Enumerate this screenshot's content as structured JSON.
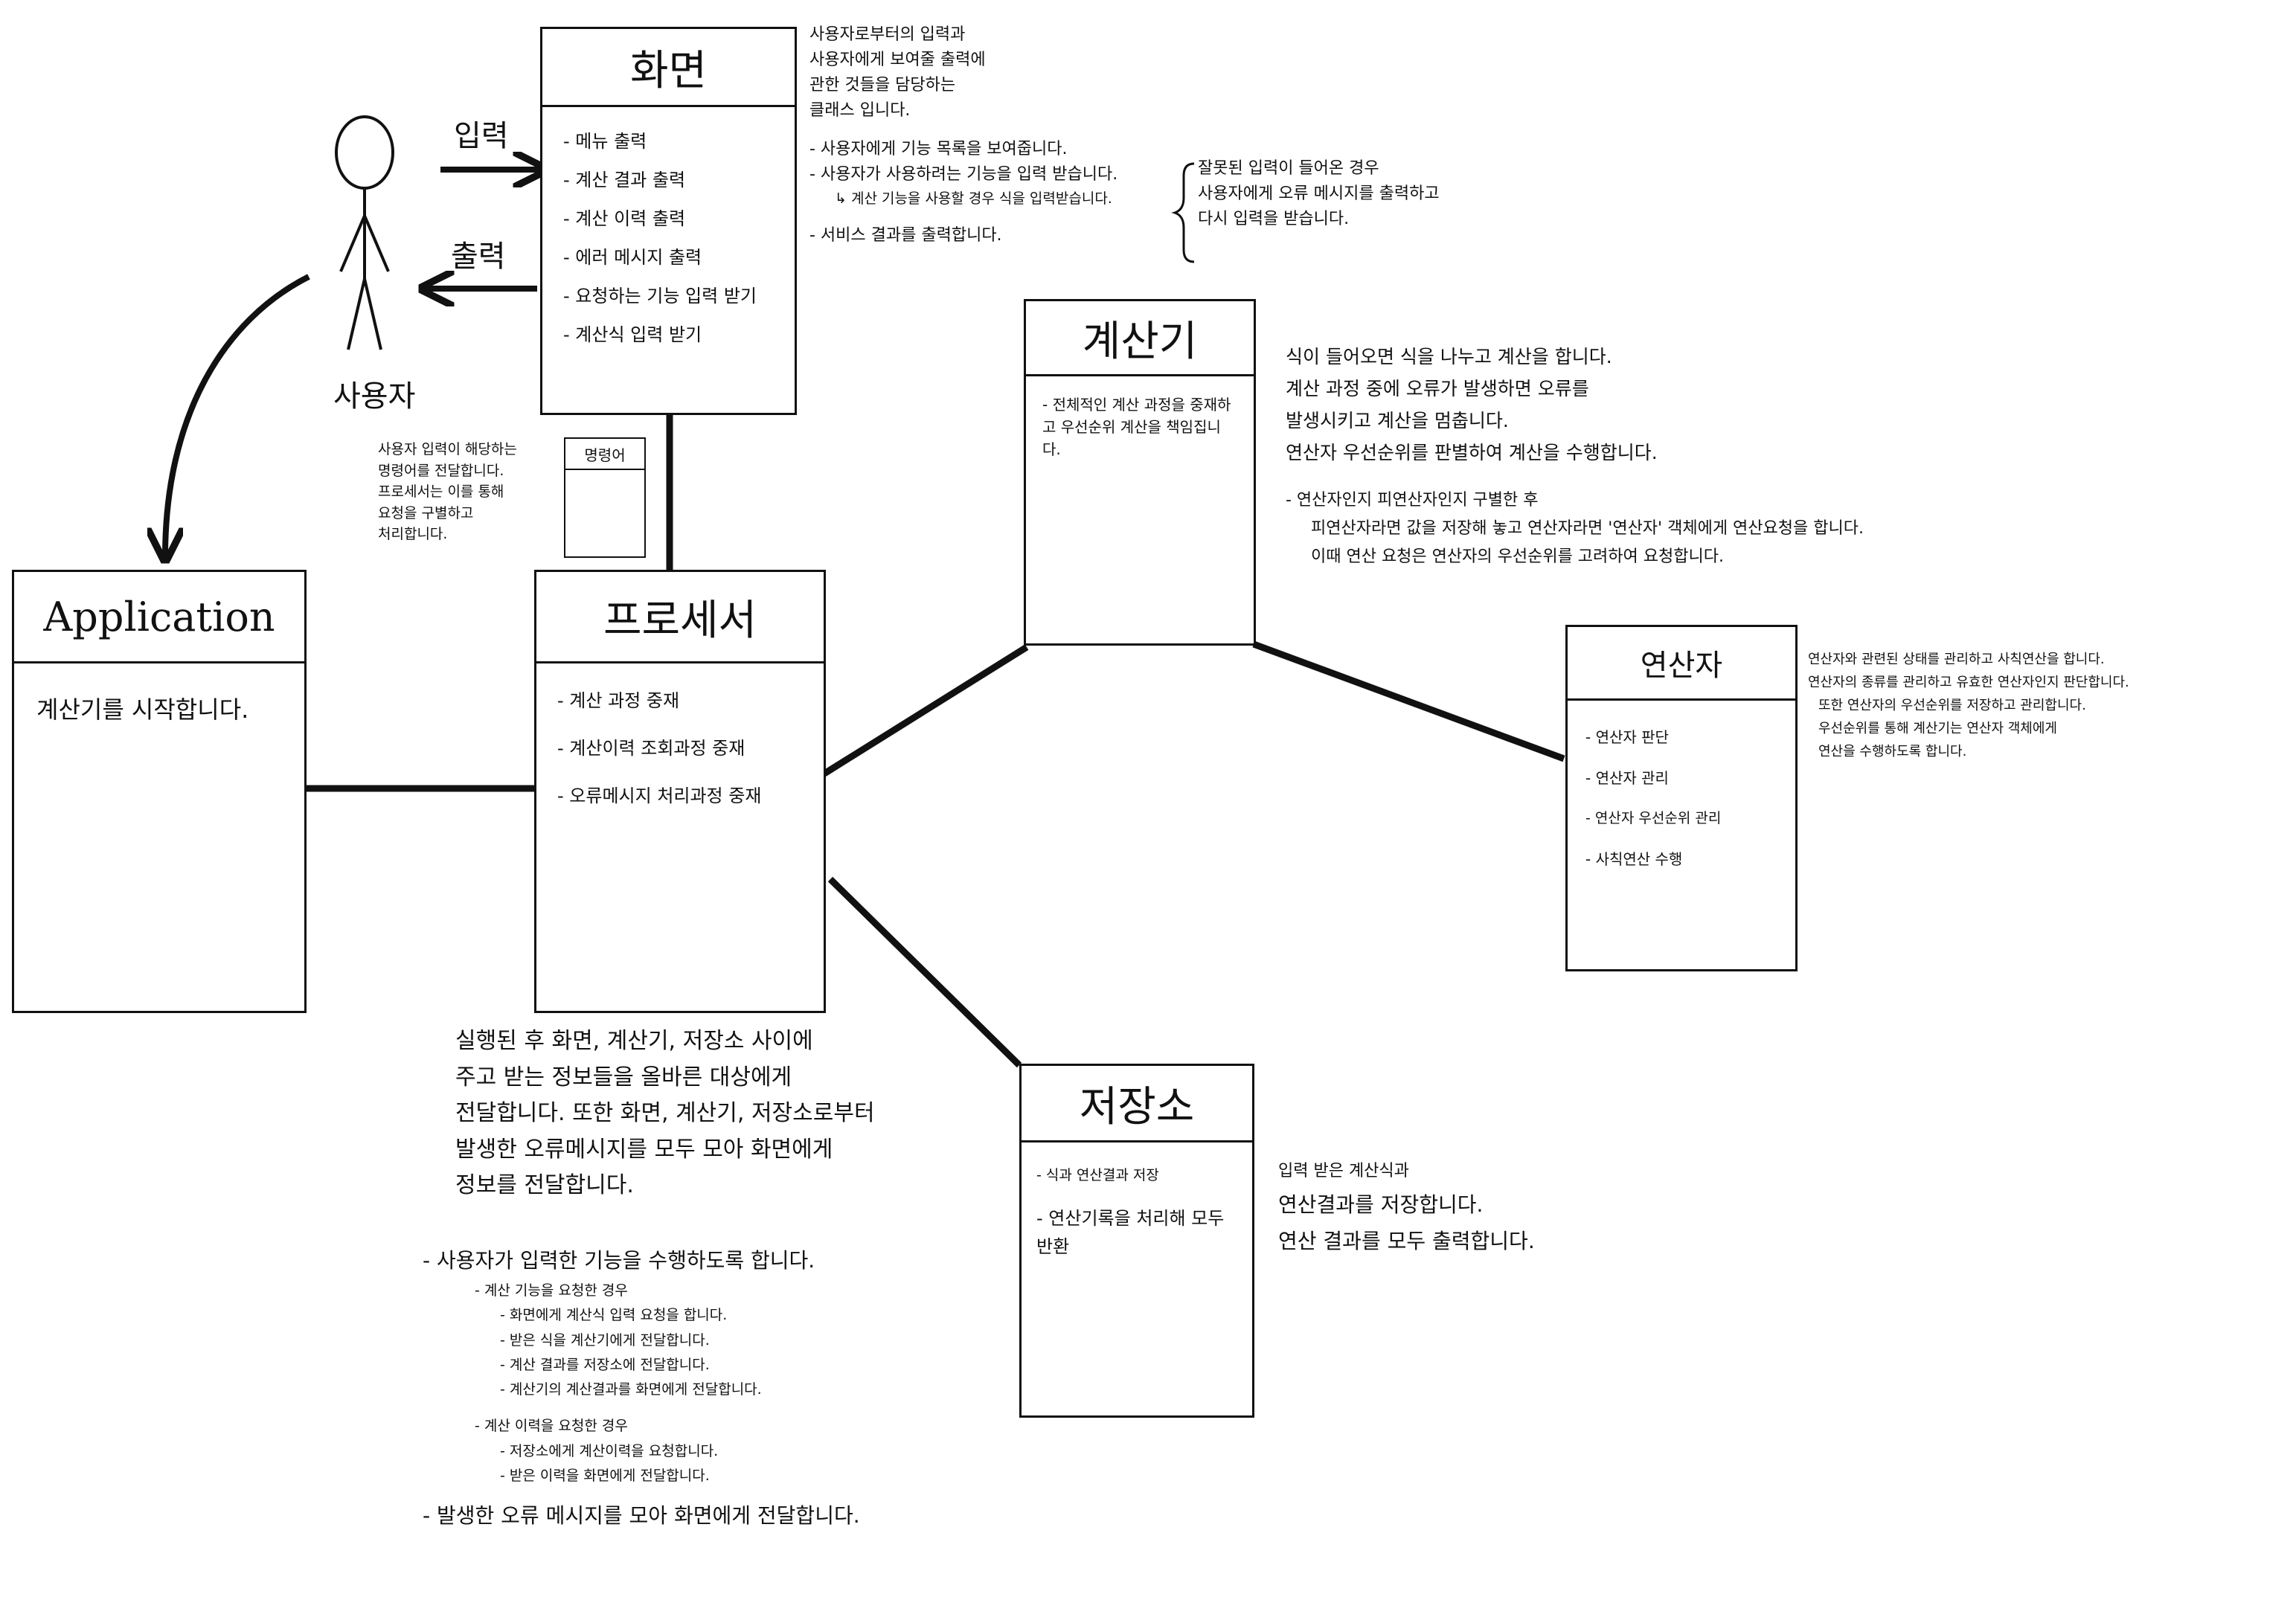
{
  "actor": {
    "label": "사용자"
  },
  "arrows": {
    "input_label": "입력",
    "output_label": "출력"
  },
  "screen": {
    "title": "화면",
    "items": [
      "- 메뉴 출력",
      "- 계산 결과 출력",
      "- 계산 이력 출력",
      "- 에러 메시지 출력",
      "- 요청하는 기능 입력 받기",
      "- 계산식 입력 받기"
    ]
  },
  "screen_note": {
    "lines": [
      "사용자로부터의 입력과",
      "사용자에게 보여줄 출력에",
      "관한 것들을 담당하는",
      "클래스 입니다.",
      "- 사용자에게 기능 목록을 보여줍니다.",
      "- 사용자가 사용하려는 기능을 입력 받습니다.",
      "↳ 계산 기능을 사용할 경우 식을 입력받습니다.",
      "- 서비스 결과를 출력합니다."
    ],
    "error_lines": [
      "잘못된 입력이 들어온 경우",
      "사용자에게 오류 메시지를 출력하고",
      "다시 입력을 받습니다."
    ]
  },
  "command": {
    "title": "명령어",
    "note": [
      "사용자 입력이 해당하는",
      "명령어를 전달합니다.",
      "프로세서는 이를 통해",
      "요청을 구별하고",
      "처리합니다."
    ]
  },
  "application": {
    "title": "Application",
    "body": "계산기를 시작합니다."
  },
  "processor": {
    "title": "프로세서",
    "items": [
      "- 계산 과정 중재",
      "- 계산이력 조회과정 중재",
      "- 오류메시지 처리과정 중재"
    ]
  },
  "processor_note": {
    "summary": [
      "실행된 후 화면, 계산기, 저장소 사이에",
      "주고 받는 정보들을 올바른 대상에게",
      "전달합니다. 또한 화면, 계산기, 저장소로부터",
      "발생한 오류메시지를 모두 모아 화면에게",
      "정보를 전달합니다."
    ],
    "list": [
      "- 사용자가 입력한 기능을 수행하도록 합니다.",
      "- 계산 기능을 요청한 경우",
      "- 화면에게 계산식 입력 요청을 합니다.",
      "- 받은 식을 계산기에게 전달합니다.",
      "- 계산 결과를 저장소에 전달합니다.",
      "- 계산기의 계산결과를 화면에게 전달합니다.",
      "- 계산 이력을 요청한 경우",
      "- 저장소에게 계산이력을 요청합니다.",
      "- 받은 이력을 화면에게 전달합니다.",
      "- 발생한 오류 메시지를 모아 화면에게 전달합니다."
    ]
  },
  "calculator": {
    "title": "계산기",
    "items": [
      "- 전체적인 계산 과정을 중재하고 우선순위 계산을 책임집니다."
    ]
  },
  "calculator_note": {
    "lines": [
      "식이 들어오면 식을 나누고 계산을 합니다.",
      "계산 과정 중에 오류가 발생하면 오류를",
      "발생시키고 계산을 멈춥니다.",
      "연산자 우선순위를 판별하여 계산을 수행합니다.",
      "- 연산자인지 피연산자인지 구별한 후",
      "피연산자라면 값을 저장해 놓고 연산자라면 '연산자' 객체에게 연산요청을 합니다.",
      "이때 연산 요청은 연산자의 우선순위를 고려하여 요청합니다."
    ]
  },
  "operator": {
    "title": "연산자",
    "items": [
      "- 연산자 판단",
      "- 연산자 관리",
      "- 연산자 우선순위 관리",
      "- 사칙연산 수행"
    ]
  },
  "operator_note": {
    "lines": [
      "연산자와 관련된 상태를 관리하고 사칙연산을 합니다.",
      "연산자의 종류를 관리하고 유효한 연산자인지 판단합니다.",
      "또한 연산자의 우선순위를 저장하고 관리합니다.",
      "우선순위를 통해 계산기는 연산자 객체에게",
      "연산을 수행하도록 합니다."
    ]
  },
  "storage": {
    "title": "저장소",
    "items": [
      "- 식과 연산결과 저장",
      "- 연산기록을 처리해 모두 반환"
    ]
  },
  "storage_note": {
    "lines": [
      "입력 받은 계산식과",
      "연산결과를 저장합니다.",
      "연산 결과를 모두 출력합니다."
    ]
  }
}
